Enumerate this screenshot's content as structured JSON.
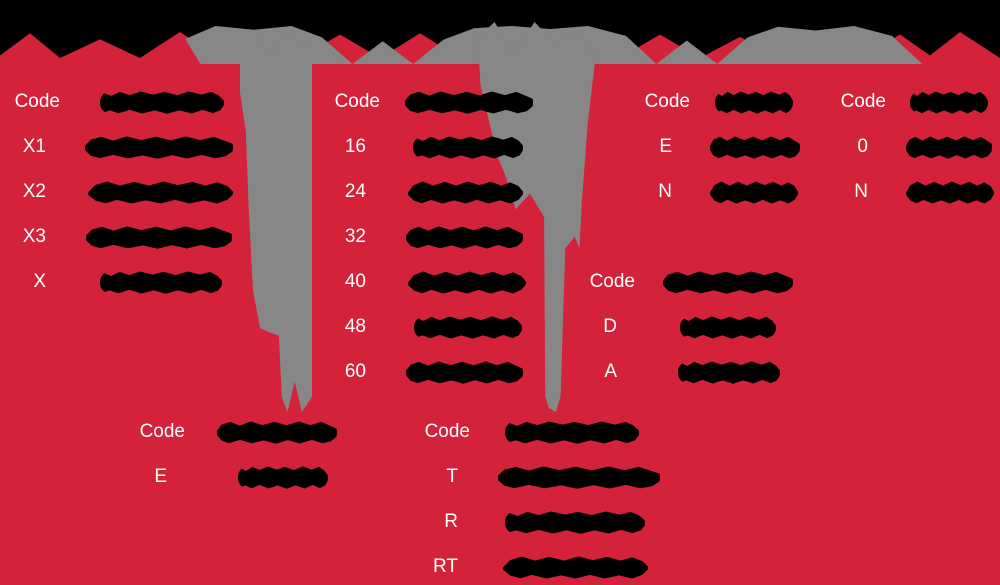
{
  "document": {
    "type": "redacted-document",
    "background_color": "#D32239",
    "redaction_color": "#000000",
    "secondary_redaction_color": "#878787",
    "label_color": "#FFFFFF"
  },
  "columns": {
    "col1": {
      "header": "Code",
      "rows": [
        "X1",
        "X2",
        "X3",
        "X"
      ],
      "redacted_values": [
        "",
        "",
        "",
        "",
        ""
      ]
    },
    "col2": {
      "header": "Code",
      "rows": [
        "16",
        "24",
        "32",
        "40",
        "48",
        "60"
      ],
      "redacted_values": [
        "",
        "",
        "",
        "",
        "",
        "",
        ""
      ]
    },
    "col3": {
      "header": "Code",
      "rows": [
        "E",
        "N"
      ],
      "redacted_values": [
        "",
        "",
        ""
      ]
    },
    "col4": {
      "header": "Code",
      "rows": [
        "0",
        "N"
      ],
      "redacted_values": [
        "",
        "",
        ""
      ]
    },
    "col5": {
      "header": "Code",
      "rows": [
        "D",
        "A"
      ],
      "redacted_values": [
        "",
        "",
        ""
      ]
    },
    "col6": {
      "header": "Code",
      "rows": [
        "E"
      ],
      "redacted_values": [
        "",
        ""
      ]
    },
    "col7": {
      "header": "Code",
      "rows": [
        "T",
        "R",
        "RT"
      ],
      "redacted_values": [
        "",
        "",
        "",
        ""
      ]
    }
  }
}
